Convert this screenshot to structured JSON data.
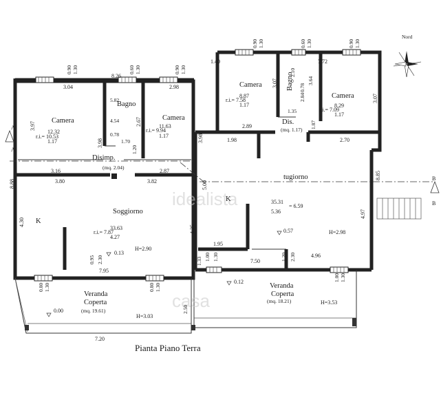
{
  "title": "Pianta Piano Terra",
  "watermarks": [
    "idealista",
    "casa"
  ],
  "north": "Nord",
  "section_marks": [
    "A",
    "A",
    "B",
    "B"
  ],
  "rooms": {
    "camera1": {
      "name": "Camera",
      "area": "12.32",
      "ratio": "r.i.= 10.53",
      "den": "1.17"
    },
    "bagno1": {
      "name": "Bagno",
      "w1": "4.54",
      "w2": "5.82",
      "w3": "0.78"
    },
    "camera2": {
      "name": "Camera",
      "area": "11.63",
      "ratio": "r.i.= 9.94",
      "den": "1.17"
    },
    "disimp": {
      "name": "Disimp.",
      "area": "(mq. 2.04)"
    },
    "soggiorno": {
      "name": "Soggiorno",
      "area": "33.63",
      "ratio": "r.i.= 7.87",
      "den": "4.27",
      "h": "H=2.90",
      "level": "0.13",
      "k": "K"
    },
    "veranda1": {
      "name1": "Veranda",
      "name2": "Coperta",
      "area": "(mq. 19.61)",
      "h": "H=3.03",
      "level": "0.00"
    },
    "camera3": {
      "name": "Camera",
      "area": "8.87",
      "ratio": "r.i.= 7.58",
      "den": "1.17"
    },
    "bagno2": {
      "name": "Bagno",
      "w1": "2.84",
      "w2": "3.64",
      "w3": "0.78"
    },
    "camera4": {
      "name": "Camera",
      "area": "8.29",
      "ratio": "r.i.= 7.09",
      "den": "1.17"
    },
    "dis": {
      "name": "Dis.",
      "area": "(mq. 1.17)"
    },
    "tugiorno": {
      "name": "tugiorno",
      "area": "35.31",
      "ratio": "= 6.59",
      "den": "5.36",
      "h": "H=2.98",
      "level": "0.57",
      "k": "K"
    },
    "veranda2": {
      "name1": "Veranda",
      "name2": "Coperta",
      "area": "(mq. 18.21)",
      "h": "H=3.53",
      "level": "0.12"
    }
  },
  "dims": {
    "top_left_w1": "0.90",
    "top_left_w2": "1.30",
    "top_mid": "8.26",
    "top_mid_w1": "0.60",
    "top_mid_w2": "1.30",
    "top_right_w1": "0.90",
    "top_right_w2": "1.30",
    "top_right_block_w1": "0.90",
    "top_right_block_w2": "1.30",
    "top_right_block2_w1": "0.60",
    "top_right_block2_w2": "1.30",
    "top_right_block3": "7.72",
    "top_right_block3_w1": "0.90",
    "top_right_block3_w2": "1.30",
    "left_step": "1.40",
    "c1_w": "3.04",
    "c2_w": "2.98",
    "c1_h": "3.97",
    "c2_h": "3.98",
    "bagno_h": "3.98",
    "bagno_h2": "2.67",
    "d1": "1.70",
    "d2": "1.20",
    "dis_w1": "3.16",
    "dis_w2": "2.87",
    "sog_w1": "3.80",
    "sog_w2": "3.82",
    "left_total": "8.88",
    "sog_h": "4.30",
    "sog_h2": "4.25",
    "sog_bottom": "7.95",
    "sog_door1": "0.95",
    "sog_door2": "2.30",
    "ver_w1": "0.80",
    "ver_w2": "1.30",
    "ver_w3": "0.80",
    "ver_w4": "1.30",
    "ver_side": "2.50",
    "ver_bottom": "7.20",
    "c3_h": "3.07",
    "c4_h": "3.07",
    "bagno2_a": "2.10",
    "bagno2_b": "1.35",
    "bagno2_c": "1.87",
    "c3_w": "2.89",
    "c4_w": "2.70",
    "liv_w": "1.98",
    "right_total": "8.85",
    "liv_h": "4.97",
    "liv_h2": "5.00",
    "liv_bot1": "1.95",
    "liv_bot2": "4.96",
    "liv_bot_gap": "7.50",
    "liv_door1": "1.20",
    "liv_door2": "2.30",
    "v2_w1": "1.00",
    "v2_w2": "1.30",
    "v2_w3": "1.00",
    "v2_w4": "1.30",
    "side_a": "1.33",
    "side_b": "1.00",
    "side_c": "1.30"
  }
}
